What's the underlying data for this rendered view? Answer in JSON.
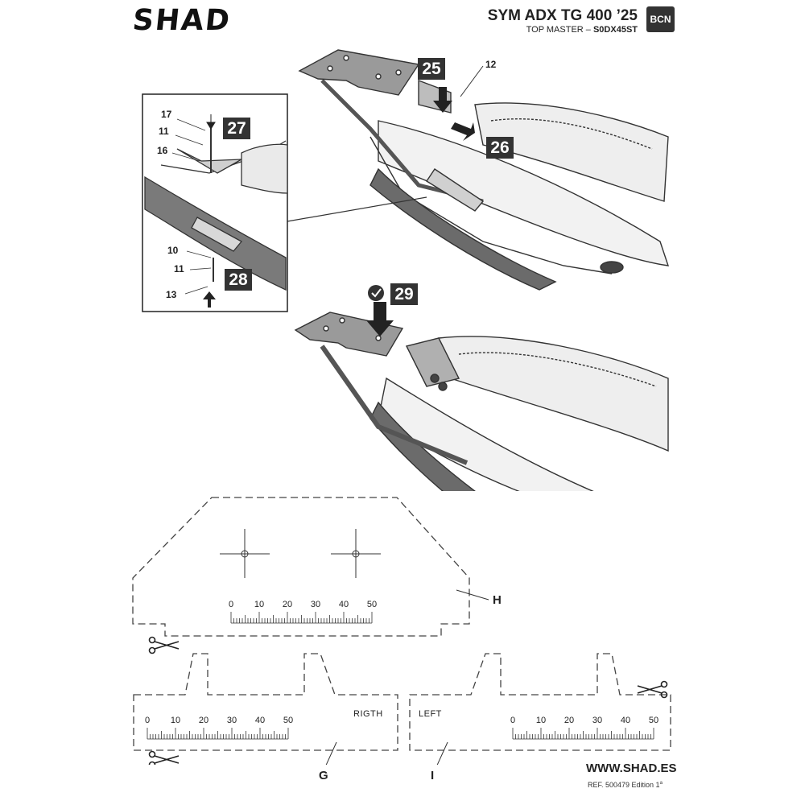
{
  "header": {
    "brand": "SHAD",
    "model": "SYM ADX TG 400 ’25",
    "product_prefix": "TOP MASTER – ",
    "product_code": "S0DX45ST",
    "badge": "BCN"
  },
  "steps": [
    "25",
    "26",
    "27",
    "28",
    "29"
  ],
  "part_labels": {
    "p12": "12",
    "p17": "17",
    "p11a": "11",
    "p16": "16",
    "p10": "10",
    "p11b": "11",
    "p13": "13"
  },
  "templates": {
    "h": {
      "letter": "H",
      "scale": [
        "0",
        "10",
        "20",
        "30",
        "40",
        "50"
      ]
    },
    "g": {
      "letter": "G",
      "side": "RIGTH",
      "scale": [
        "0",
        "10",
        "20",
        "30",
        "40",
        "50"
      ]
    },
    "i": {
      "letter": "I",
      "side": "LEFT",
      "scale": [
        "0",
        "10",
        "20",
        "30",
        "40",
        "50"
      ]
    }
  },
  "footer": {
    "url": "WWW.SHAD.ES",
    "ref": "REF. 500479 Edition 1",
    "edition_sup": "a"
  }
}
